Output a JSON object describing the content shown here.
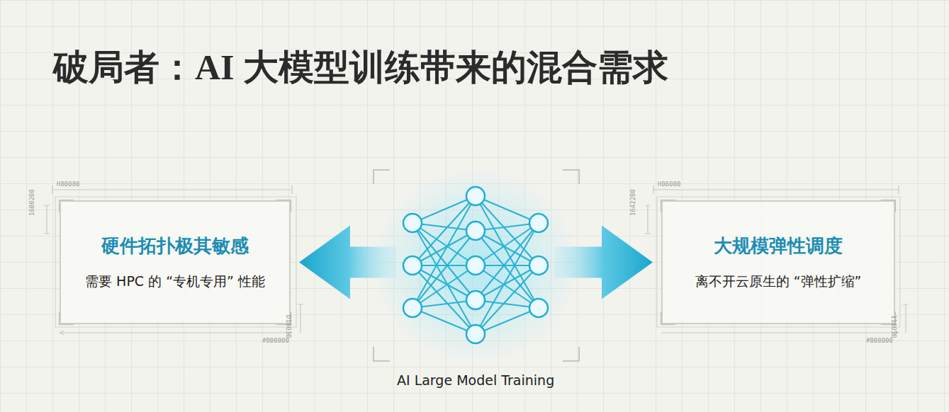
{
  "diagram": {
    "title": "破局者：AI 大模型训练带来的混合需求",
    "nodes": [
      {
        "text": [
          "硬件拓扑极其敏感",
          "需要 HPC 的 “专机专用” 性能"
        ]
      },
      {
        "text": [
          "AI Large Model Training"
        ]
      },
      {
        "text": [
          "大规模弹性调度",
          "离不开云原生的 “弹性扩缩”"
        ]
      }
    ],
    "edges": [
      {
        "from": 1,
        "to": 0,
        "arrow": "to"
      },
      {
        "from": 1,
        "to": 2,
        "arrow": "to"
      }
    ],
    "labels": [
      "H80080",
      "1600200",
      "D18030",
      "#B00000",
      "H06080",
      "1642280",
      "118030",
      "#B08000"
    ]
  }
}
